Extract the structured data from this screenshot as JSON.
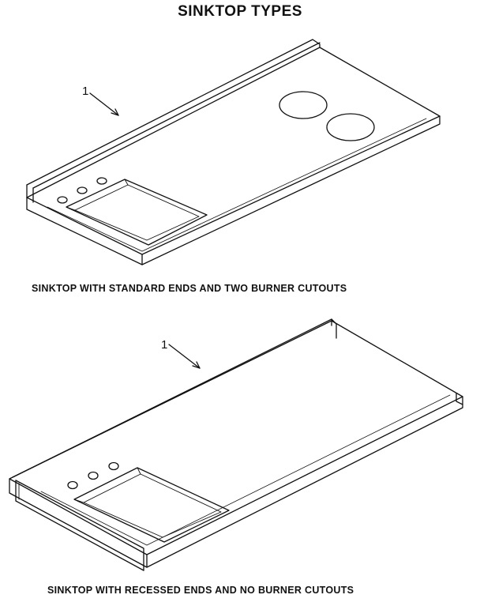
{
  "title": "SINKTOP TYPES",
  "figures": [
    {
      "callout": "1",
      "caption": "SINKTOP WITH STANDARD ENDS AND TWO BURNER CUTOUTS"
    },
    {
      "callout": "1",
      "caption": "SINKTOP WITH RECESSED ENDS AND NO BURNER CUTOUTS"
    }
  ],
  "colors": {
    "line": "#111111",
    "background": "#ffffff"
  }
}
